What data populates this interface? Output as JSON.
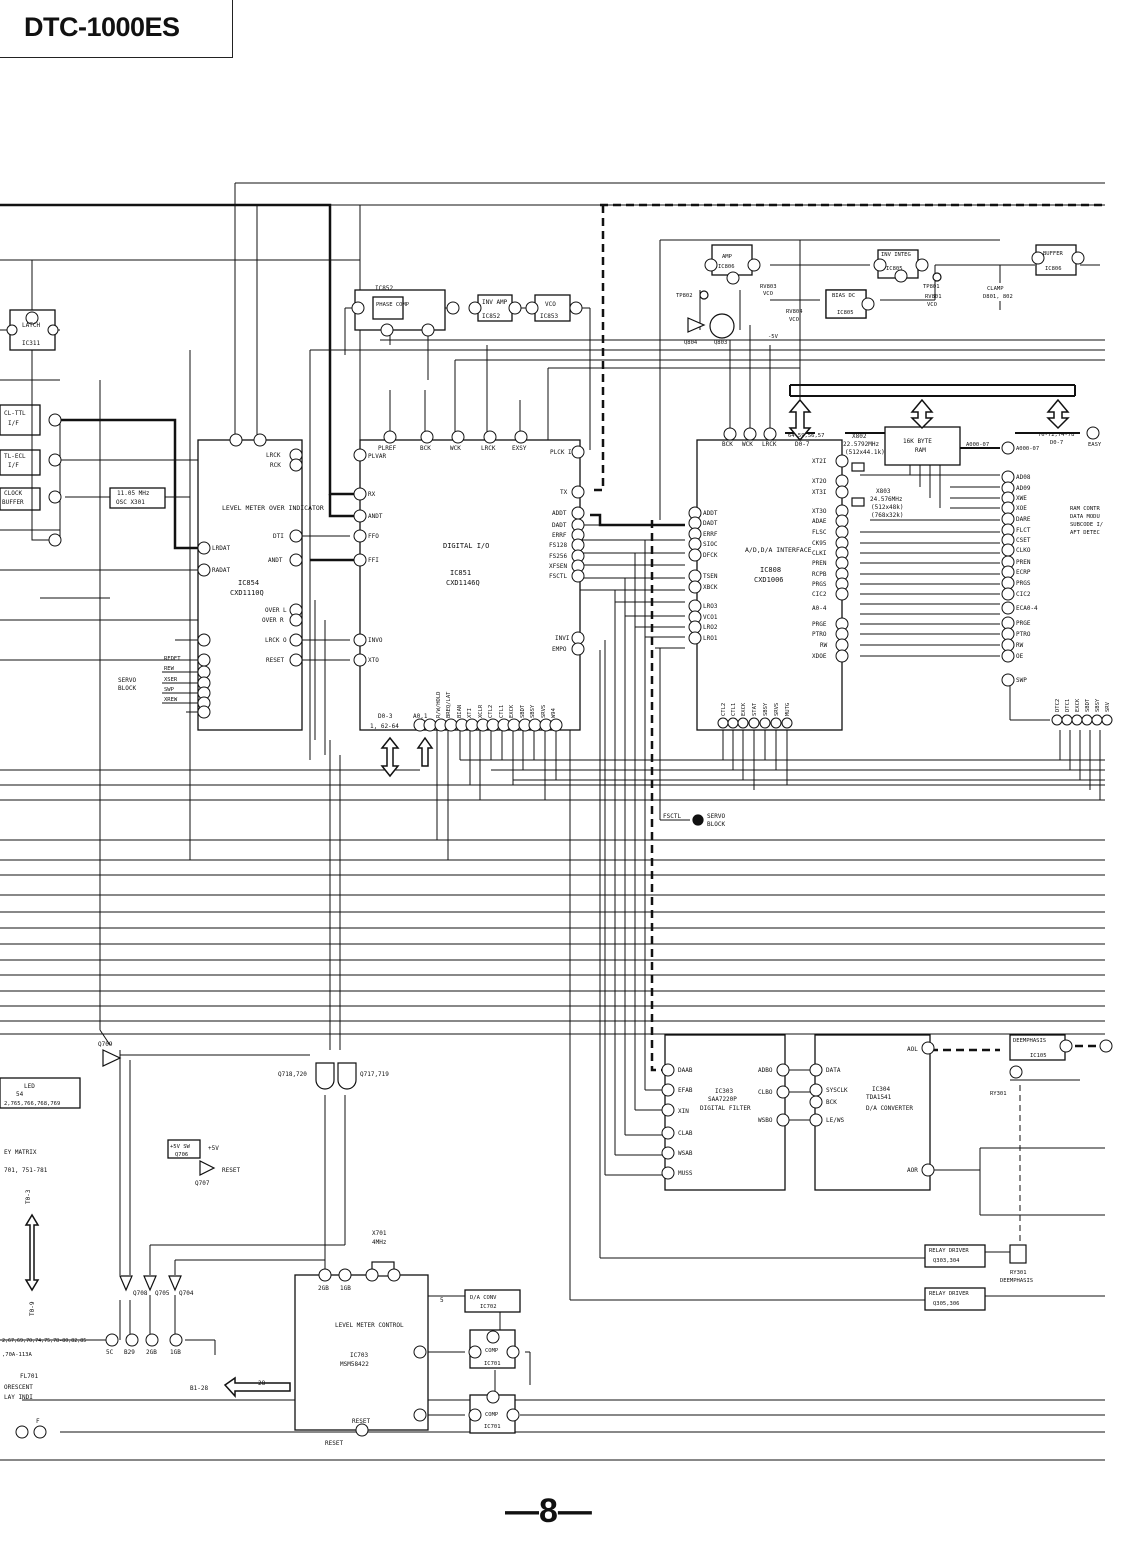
{
  "header": {
    "model": "DTC-1000ES"
  },
  "page_number": "—8—",
  "blocks": {
    "ic854": {
      "title": "LEVEL METER OVER INDICATOR",
      "ref": "IC854",
      "part": "CXD1110Q"
    },
    "ic851": {
      "title": "DIGITAL I/O",
      "ref": "IC851",
      "part": "CXD1146Q"
    },
    "ic808": {
      "title": "A/D,D/A INTERFACE",
      "ref": "IC808",
      "part": "CXD1006"
    },
    "ram": {
      "title": "16K BYTE",
      "sub": "RAM"
    },
    "ic852a": {
      "title": "PHASE COMP",
      "ref": "IC852"
    },
    "ic852b": {
      "title": "INV AMP",
      "ref": "IC852"
    },
    "ic853": {
      "title": "VCO",
      "ref": "IC853"
    },
    "ic806a": {
      "title": "AMP",
      "ref": "IC806"
    },
    "ic805a": {
      "title": "INV INTEG",
      "ref": "IC805"
    },
    "ic806b": {
      "title": "BUFFER",
      "ref": "IC806"
    },
    "ic805b": {
      "title": "BIAS DC",
      "ref": "IC805"
    },
    "ic303": {
      "ref": "IC303",
      "part": "SAA7220P",
      "title": "DIGITAL FILTER"
    },
    "ic304": {
      "ref": "IC304",
      "part": "TDA1541",
      "title": "D/A CONVERTER"
    },
    "ic105": {
      "title": "DEEMPHASIS",
      "ref": "IC105"
    },
    "ic703": {
      "title": "LEVEL METER CONTROL",
      "ref": "IC703",
      "part": "MSM58422"
    },
    "ic702": {
      "title": "D/A CONV",
      "ref": "IC702"
    },
    "ic701a": {
      "title": "COMP",
      "ref": "IC701"
    },
    "ic701b": {
      "title": "COMP",
      "ref": "IC701"
    },
    "ic311": {
      "title": "LATCH",
      "ref": "IC311"
    },
    "q706": {
      "title": "+5V SW",
      "ref": "Q706"
    },
    "relay1": {
      "title": "RELAY DRIVER",
      "ref": "Q303,304"
    },
    "relay2": {
      "title": "RELAY DRIVER",
      "ref": "Q305,306"
    }
  },
  "labels": {
    "clamp": "CLAMP",
    "clamp_d": "D801, 802",
    "tp802": "TP802",
    "tp801": "TP801",
    "q804": "Q804",
    "q803": "Q803",
    "minus5v": "-5V",
    "rv803": "RV803",
    "rv804": "RV804",
    "rv801": "RV801",
    "vco": "VCO",
    "x802": "X802",
    "x802f": "22.5792MHz",
    "x802b": "(512x44.1k)",
    "x803": "X803",
    "x803f": "24.576MHz",
    "x803b": "(512x48k)",
    "x803c": "(768x32k)",
    "x301f": "11.05 MHz",
    "x301": "OSC X301",
    "x701": "X701",
    "x701f": "4MHz",
    "servo_block": "SERVO BLOCK",
    "servo": "SERVO",
    "block": "BLOCK",
    "fsctl": "FSCTL",
    "ram_note": [
      "RAM CONTR",
      "DATA MODU",
      "SUBCODE I/",
      "AFT DETEC"
    ],
    "ttl_if1": "CL-TTL",
    "ttl_if2": "I/F",
    "ecl_if1": "TL-ECL",
    "ecl_if2": "I/F",
    "clock_buf1": "CLOCK",
    "clock_buf2": "BUFFER",
    "led1": "LED",
    "led2": "54",
    "led3": "2,765,766,768,769",
    "keymatrix1": "EY MATRIX",
    "keymatrix2": "701, 751-781",
    "fl1": "FL701",
    "fl2": "ORESCENT",
    "fl3": "LAY INDI",
    "q709": "Q709",
    "q718": "Q718,720",
    "q717": "Q717,719",
    "q708": "Q708",
    "q705": "Q705",
    "q704": "Q704",
    "q707": "Q707",
    "plus5v": "+5V",
    "reset": "RESET",
    "rv301": "RY301",
    "ry301": "RY301",
    "deemph": "DEEMPHASIS",
    "d0_7": "D0-7",
    "a000_07": "A000-07",
    "bus_76": "76-72,74-78",
    "bus_64": "64-59,56,57",
    "easy": "EASY",
    "d0_3": "D0-3",
    "a0_1": "A0,1",
    "ad_range": "1, 62-64",
    "to_9": "T0-9",
    "t0_3": "T0-3",
    "bus_left": "2,67,69,70,74,75,78-80,82,85",
    "bus_left2": ",70A-113A",
    "b1_28": "B1-28",
    "n28": "28",
    "n5": "5",
    "f": "F"
  },
  "pins_ic854_left": [
    "LRDAT",
    "RADAT"
  ],
  "pins_ic854_right": [
    "LRCK",
    "RCK",
    "DTI",
    "ANDT",
    "OVER L",
    "OVER R",
    "LRCK O",
    "RESET"
  ],
  "pins_ic851_top": [
    "PLREF",
    "BCK",
    "WCK",
    "LRCK",
    "EXSY"
  ],
  "pins_ic851_left": [
    "PLVAR",
    "RX",
    "ANDT",
    "FFO",
    "FFI",
    "INVO",
    "XTO"
  ],
  "pins_ic851_right": [
    "PLCK I",
    "TX",
    "ADDT",
    "DADT",
    "ERRF",
    "FS128",
    "FS256",
    "XFSEN",
    "FSCTL",
    "INVI",
    "EMPO"
  ],
  "pins_ic851_bottom": [
    "R/W/HOLD",
    "BREQ/LAT",
    "BIAN",
    "XTI",
    "XCLR",
    "CTL2",
    "CTL1",
    "EXCK",
    "SBDT",
    "SBSY",
    "SRVS",
    "W94"
  ],
  "pins_ic808_left": [
    "XT2I",
    "XT2O",
    "XT3I",
    "XT3O",
    "ADAE",
    "FLSC",
    "CK95",
    "CLKI",
    "PREN",
    "RCPB",
    "PRGS",
    "CIC2",
    "A0-4",
    "PRGE",
    "PTRO",
    "RW",
    "XDOE"
  ],
  "pins_ic808_right": [
    "ADDT",
    "DADT",
    "ERRF",
    "SIOC",
    "DFCK",
    "TSEN",
    "XBCK",
    "LRO3",
    "VCO1",
    "LRO2",
    "LRO1"
  ],
  "pins_ic808_top": [
    "BCK",
    "WCK",
    "LRCK"
  ],
  "pins_ic808_bottom": [
    "CTL2",
    "CTL1",
    "EXCK",
    "STAT",
    "SBSY",
    "SRVS",
    "MUTG"
  ],
  "pins_ram_right": [
    "AD08",
    "AD09",
    "XWE",
    "XOE",
    "DARE",
    "FLCT",
    "CSET",
    "CLKO",
    "PREN",
    "ECRP",
    "PRGS",
    "CIC2",
    "ECA0-4",
    "PRGE",
    "PTRO",
    "RW",
    "OE",
    "SWP"
  ],
  "pins_ram_bottom": [
    "DTC2",
    "DTC1",
    "EXCK",
    "SBDT",
    "SBSY",
    "SRV"
  ],
  "pins_servo": [
    "RFDET",
    "REW",
    "XSER",
    "SWP",
    "XREW"
  ],
  "pins_ic303_left": [
    "DAAB",
    "EFAB",
    "XIN",
    "CLAB",
    "WSAB",
    "MUSS"
  ],
  "pins_ic303_right": [
    "ADBO",
    "CLBO",
    "WSBO"
  ],
  "pins_ic304_left": [
    "DATA",
    "SYSCLK",
    "BCK",
    "LE/WS"
  ],
  "pins_ic304_right": [
    "AOL",
    "AOR"
  ],
  "pins_ic703_top": [
    "2GB",
    "1GB"
  ],
  "pins_left_bottom": [
    "5C",
    "B29",
    "2GB",
    "1GB"
  ],
  "colors": {
    "ink": "#111111",
    "paper": "#ffffff"
  }
}
